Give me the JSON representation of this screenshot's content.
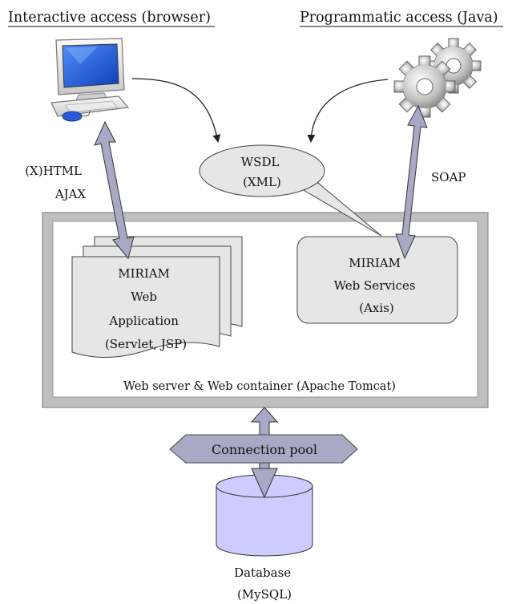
{
  "headings": {
    "left": "Interactive access (browser)",
    "right": "Programmatic access (Java)"
  },
  "labels": {
    "html_line1": "(X)HTML",
    "html_line2": "AJAX",
    "soap": "SOAP"
  },
  "wsdl": {
    "line1": "WSDL",
    "line2": "(XML)"
  },
  "webapp": {
    "lines": [
      "MIRIAM",
      "Web",
      "Application",
      "(Servlet, JSP)"
    ]
  },
  "webservices": {
    "lines": [
      "MIRIAM",
      "Web Services",
      "(Axis)"
    ]
  },
  "server": {
    "label": "Web server & Web container (Apache Tomcat)"
  },
  "pool": {
    "label": "Connection pool"
  },
  "database": {
    "line1": "Database",
    "line2": "(MySQL)"
  },
  "icons": {
    "client": "desktop-computer-icon",
    "program": "gears-icon"
  },
  "colors": {
    "arrow_fill": "#a9a9c6",
    "pool_fill": "#a9a9c6",
    "database_fill": "#ccccff",
    "container_fill": "#bfbfbf",
    "box_fill": "#e6e6e6"
  }
}
